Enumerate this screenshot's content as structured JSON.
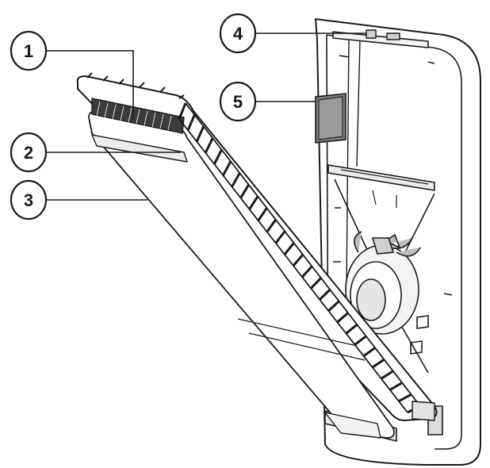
{
  "diagram": {
    "stroke_color": "#1a1a1a",
    "background_color": "#ffffff",
    "callouts": [
      {
        "id": "c1",
        "label": "1"
      },
      {
        "id": "c2",
        "label": "2"
      },
      {
        "id": "c3",
        "label": "3"
      },
      {
        "id": "c4",
        "label": "4"
      },
      {
        "id": "c5",
        "label": "5"
      }
    ]
  }
}
